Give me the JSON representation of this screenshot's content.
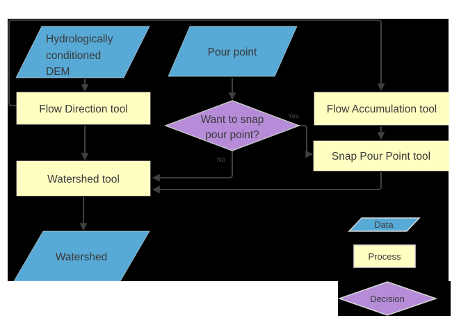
{
  "diagram": {
    "colors": {
      "page_bg": "#ffffff",
      "canvas_bg": "#000000",
      "data_fill": "#57a9d6",
      "process_fill": "#ffffc2",
      "decision_fill": "#b68cd9",
      "connector": "#3f3f3f",
      "text": "#3a3a3a"
    },
    "nodes": {
      "dem": {
        "line1": "Hydrologically",
        "line2": "conditioned",
        "line3": "DEM"
      },
      "pour_point": {
        "label": "Pour point"
      },
      "flow_direction": {
        "label": "Flow Direction tool"
      },
      "flow_accumulation": {
        "label": "Flow Accumulation tool"
      },
      "snap_pour_point": {
        "label": "Snap Pour Point tool"
      },
      "decision": {
        "line1": "Want to snap",
        "line2": "pour point?"
      },
      "watershed_tool": {
        "label": "Watershed tool"
      },
      "watershed": {
        "label": "Watershed"
      }
    },
    "edge_labels": {
      "yes": "Yes",
      "no": "No"
    },
    "legend": {
      "data": "Data",
      "process": "Process",
      "decision": "Decision"
    }
  }
}
